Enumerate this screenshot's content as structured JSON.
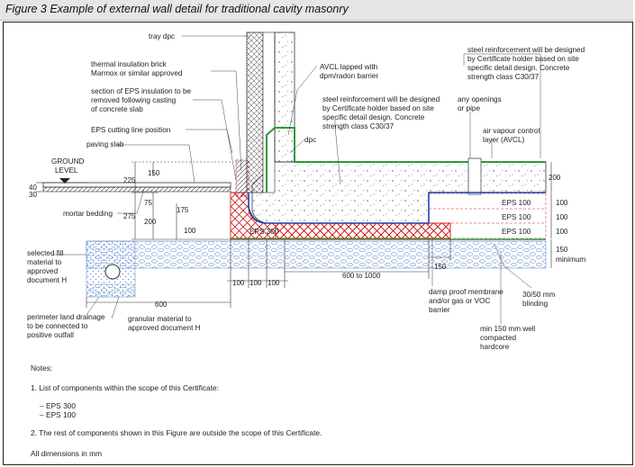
{
  "figure_title": "Figure 3  Example of external wall detail for traditional cavity masonry",
  "labels": {
    "tray_dpc": "tray dpc",
    "thermal_brick_1": "thermal insulation brick",
    "thermal_brick_2": "Marmox or similar approved",
    "eps_section_1": "section of EPS insulation to be",
    "eps_section_2": "removed following casting",
    "eps_section_3": "of concrete slab",
    "eps_cutting": "EPS cutting line position",
    "paving_slab": "paving slab",
    "ground_level_1": "GROUND",
    "ground_level_2": "LEVEL",
    "mortar_bedding": "mortar bedding",
    "selected_fill_1": "selected fill",
    "selected_fill_2": "material to",
    "selected_fill_3": "approved",
    "selected_fill_4": "document H",
    "drainage_1": "perimeter land drainage",
    "drainage_2": "to be connected to",
    "drainage_3": "positive outfall",
    "granular_1": "granular material to",
    "granular_2": "approved document H",
    "avcl_lapped_1": "AVCL lapped with",
    "avcl_lapped_2": "dpm/radon barrier",
    "dpc": "dpc",
    "steel_mid_1": "steel reinforcement will be designed",
    "steel_mid_2": "by Certificate holder based on site",
    "steel_mid_3": "specific detail design. Concrete",
    "steel_mid_4": "strength class C30/37",
    "steel_top_1": "steel reinforcement will be designed",
    "steel_top_2": "by Certificate holder based on site",
    "steel_top_3": "specific detail design. Concrete",
    "steel_top_4": "strength class C30/37",
    "openings_1": "any openings",
    "openings_2": "or pipe",
    "avcl_1": "air vapour control",
    "avcl_2": "layer (AVCL)",
    "eps300": "EPS 300",
    "eps100_a": "EPS 100",
    "eps100_b": "EPS 100",
    "eps100_c": "EPS 100",
    "dpm_1": "damp proof membrane",
    "dpm_2": "and/or gas or VOC",
    "dpm_3": "barrier",
    "blinding_1": "30/50 mm",
    "blinding_2": "blinding",
    "hardcore_1": "min 150 mm well",
    "hardcore_2": "compacted",
    "hardcore_3": "hardcore",
    "minimum": "minimum"
  },
  "dimensions": {
    "d225": "225",
    "d150a": "150",
    "d40": "40",
    "d30": "30",
    "d75": "75",
    "d175": "175",
    "d275": "275",
    "d200a": "200",
    "d100a": "100",
    "d100b": "100",
    "d100c": "100",
    "d100d": "100",
    "d600": "600",
    "d600_1000": "600 to 1000",
    "d150b": "150",
    "d200b": "200",
    "d100e": "100",
    "d100f": "100",
    "d100g": "100",
    "d150c": "150"
  },
  "notes": {
    "heading": "Notes:",
    "item1": "1.  List of components within the scope of this Certificate:",
    "bullet1": "–   EPS 300",
    "bullet2": "–   EPS 100",
    "item2": "2.  The rest of components shown in this Figure are outside the scope of this Certificate.",
    "dims": "All dimensions in mm"
  },
  "colors": {
    "eps_hatch": "#d11a1a",
    "avcl": "#2f9a3a",
    "dpm": "#1a3fb5",
    "fill_blue": "#6a8fd0",
    "title_bg": "#e6e6e6"
  }
}
